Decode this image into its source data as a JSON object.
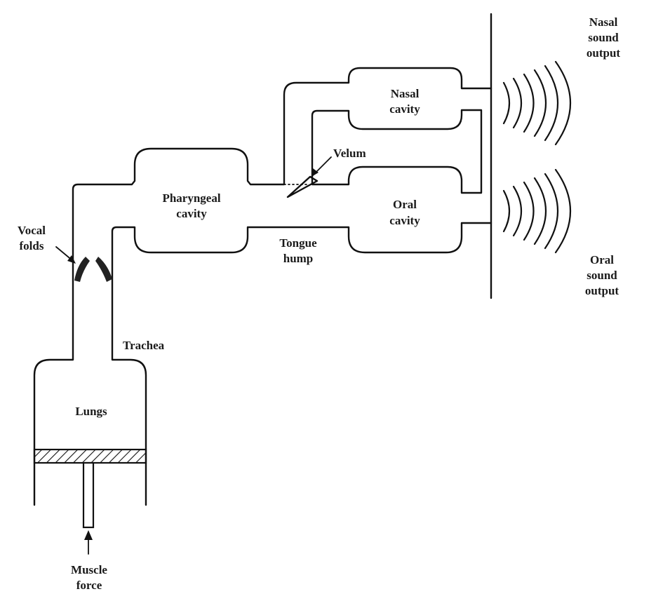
{
  "diagram": {
    "labels": {
      "nasal_output": [
        "Nasal",
        "sound",
        "output"
      ],
      "nasal_cavity": [
        "Nasal",
        "cavity"
      ],
      "velum": "Velum",
      "pharyngeal_cavity": [
        "Pharyngeal",
        "cavity"
      ],
      "oral_cavity": [
        "Oral",
        "cavity"
      ],
      "vocal_folds": [
        "Vocal",
        "folds"
      ],
      "tongue_hump": [
        "Tongue",
        "hump"
      ],
      "oral_output": [
        "Oral",
        "sound",
        "output"
      ],
      "trachea": "Trachea",
      "lungs": "Lungs",
      "muscle_force": [
        "Muscle",
        "force"
      ]
    }
  }
}
